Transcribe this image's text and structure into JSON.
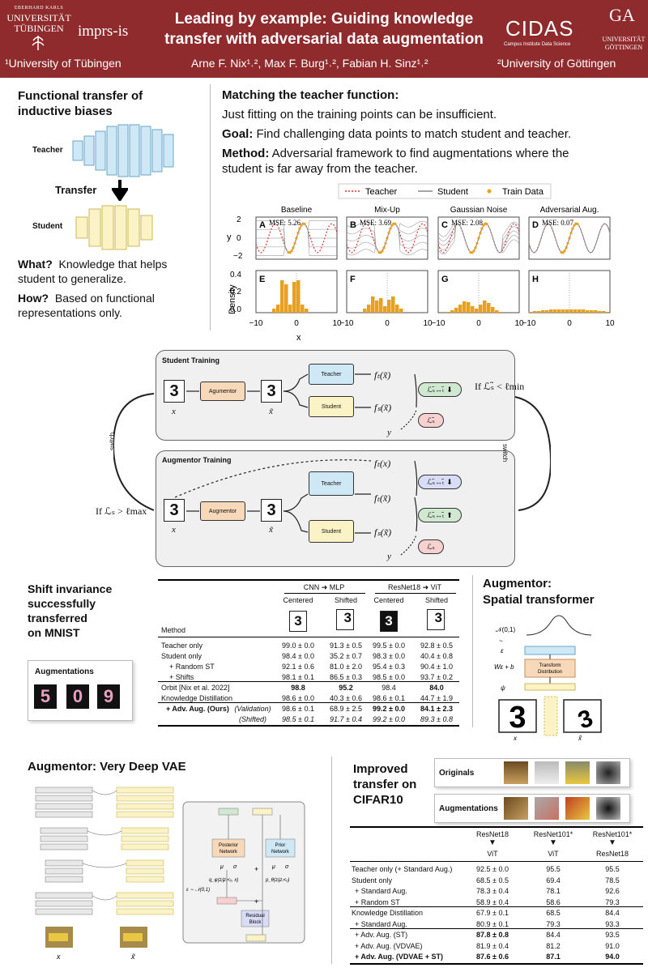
{
  "header": {
    "uni_left_line1": "EBERHARD KARLS",
    "uni_left_line2": "UNIVERSITÄT",
    "uni_left_line3": "TÜBINGEN",
    "imprs": "imprs-is",
    "title_line1": "Leading by example: Guiding knowledge",
    "title_line2": "transfer with adversarial data augmentation",
    "cidas": "CIDAS",
    "cidas_sub": "Campus Institute Data Science",
    "ga": "GA",
    "uni_right_line1": "UNIVERSITÄT",
    "uni_right_line2": "GÖTTINGEN",
    "affil_left": "¹University of Tübingen",
    "authors": "Arne F. Nix¹˒², Max F. Burg¹˒², Fabian H. Sinz¹˒²",
    "affil_right": "²University of Göttingen"
  },
  "functional": {
    "title_line1": "Functional transfer of",
    "title_line2": "inductive biases",
    "teacher": "Teacher",
    "transfer": "Transfer",
    "student": "Student",
    "what_label": "What?",
    "what_line1": "Knowledge that helps",
    "what_line2": "student to generalize.",
    "how_label": "How?",
    "how_line1": "Based on functional",
    "how_line2": "representations only."
  },
  "matching": {
    "title": "Matching the teacher function:",
    "line1": "Just fitting on the training points can be insufficient.",
    "goal_label": "Goal:",
    "goal_text": "Find challenging data points to match student and teacher.",
    "method_label": "Method:",
    "method_line1": "Adversarial framework to find augmentations where the",
    "method_line2": "student is far away from the teacher.",
    "legend": [
      "Teacher",
      "Student",
      "Train Data"
    ],
    "panels": [
      {
        "title": "Baseline",
        "letter": "A",
        "mse": "MSE: 5.26",
        "letter2": "E"
      },
      {
        "title": "Mix-Up",
        "letter": "B",
        "mse": "MSE: 3.69",
        "letter2": "F"
      },
      {
        "title": "Gaussian Noise",
        "letter": "C",
        "mse": "MSE: 2.08",
        "letter2": "G"
      },
      {
        "title": "Adversarial Aug.",
        "letter": "D",
        "mse": "MSE: 0.07",
        "letter2": "H"
      }
    ],
    "ylabel_top": "y",
    "ylabel_bottom": "Density",
    "xlabel": "x",
    "yticks_top": [
      "2",
      "0",
      "−2"
    ],
    "yticks_bottom": [
      "0.4",
      "0.2",
      "0.0"
    ],
    "xticks": [
      "−10",
      "0",
      "10"
    ]
  },
  "diagram": {
    "student_title": "Student Training",
    "augmentor_title": "Augmentor Training",
    "agumentor": "Agumentor",
    "augmentor": "Augmentor",
    "teacher": "Teacher",
    "student": "Student",
    "digit": "3",
    "x": "x",
    "xt": "x̃",
    "y": "y",
    "ft_xt": "fₜ(x̃)",
    "fs_xt": "fₛ(x̃)",
    "ft_x": "fₜ(x)",
    "cond_right": "If ℒₛ̃ < ℓmin",
    "cond_left": "If ℒₛ > ℓmax",
    "switch": "switch",
    "loss_st": "ℒₛ̃↔ₜ̃",
    "loss_s": "ℒₛ̃",
    "loss_sx": "ℒₛ̃↔ₜ̃",
    "loss_s2": "ℒₛ"
  },
  "mnist": {
    "title_line1": "Shift invariance",
    "title_line2": "successfully",
    "title_line3": "transferred",
    "title_line4": "on MNIST",
    "aug_label": "Augmentations",
    "aug_digits": [
      "5",
      "0",
      "9"
    ],
    "col_group1": "CNN ➜ MLP",
    "col_group2": "ResNet18 ➜ ViT",
    "col_heads": [
      "Centered",
      "Shifted",
      "Centered",
      "Shifted"
    ],
    "method": "Method",
    "rows": [
      {
        "name": "Teacher only",
        "v": [
          "99.0 ± 0.0",
          "91.3 ± 0.5",
          "99.5 ± 0.0",
          "92.8 ± 0.5"
        ]
      },
      {
        "name": "Student only",
        "v": [
          "98.4 ± 0.0",
          "35.2 ± 0.7",
          "98.3 ± 0.0",
          "40.4 ± 0.8"
        ]
      },
      {
        "name": "+ Random ST",
        "v": [
          "92.1 ± 0.6",
          "81.0 ± 2.0",
          "95.4 ± 0.3",
          "90.4 ± 1.0"
        ]
      },
      {
        "name": "+ Shifts",
        "v": [
          "98.1 ± 0.1",
          "86.5 ± 0.3",
          "98.5 ± 0.0",
          "93.7 ± 0.2"
        ]
      },
      {
        "name": "Orbit [Nix et al. 2022]",
        "v": [
          "98.8",
          "95.2",
          "98.4",
          "84.0"
        ]
      },
      {
        "name": "Knowledge Distillation",
        "v": [
          "98.6 ± 0.0",
          "40.3 ± 0.6",
          "98.6 ± 0.1",
          "44.7 ± 1.9"
        ]
      },
      {
        "name": "+ Adv. Aug. (Ours)",
        "sub": "(Validation)",
        "v": [
          "98.6 ± 0.1",
          "68.9 ± 2.5",
          "99.2 ± 0.0",
          "84.1 ± 2.3"
        ]
      },
      {
        "name": "",
        "sub": "(Shifted)",
        "v": [
          "98.5 ± 0.1",
          "91.7 ± 0.4",
          "99.2 ± 0.0",
          "89.3 ± 0.8"
        ]
      }
    ]
  },
  "spatial": {
    "title_line1": "Augmentor:",
    "title_line2": "Spatial transformer",
    "n01": "𝒩(0,1)",
    "tilde": "~",
    "eps": "ε",
    "weps": "Wε + b",
    "psi": "ψ",
    "transform_line1": "Transform",
    "transform_line2": "Distribution",
    "x": "x",
    "xt": "x̃",
    "d1": "3",
    "d2": "3"
  },
  "vae": {
    "title": "Augmentor: Very Deep VAE",
    "posterior_line1": "Posterior",
    "posterior_line2": "Network",
    "prior_line1": "Prior",
    "prior_line2": "Network",
    "mu": "μ",
    "sigma": "σ",
    "q": "q_φ(zᵢ|z₍<ᵢ₎, x)",
    "p": "p_θ(zᵢ|z₍<ᵢ₎)",
    "eps": "ε ∼ 𝒩(0,1)",
    "residual_line1": "Residual",
    "residual_line2": "Block",
    "x": "x",
    "xt": "x̃",
    "plus": "+"
  },
  "cifar": {
    "title_line1": "Improved",
    "title_line2": "transfer on",
    "title_line3": "CIFAR10",
    "originals": "Originals",
    "augmentations": "Augmentations",
    "col_heads": [
      {
        "top": "ResNet18",
        "bot": "ViT"
      },
      {
        "top": "ResNet101*",
        "bot": "ViT"
      },
      {
        "top": "ResNet101*",
        "bot": "ResNet18"
      }
    ],
    "rows": [
      {
        "name": "Teacher only (+ Standard Aug.)",
        "v": [
          "92.5 ± 0.0",
          "95.5",
          "95.5"
        ]
      },
      {
        "name": "Student only",
        "v": [
          "68.5 ± 0.5",
          "69.4",
          "78.5"
        ]
      },
      {
        "name": "+ Standard Aug.",
        "v": [
          "78.3 ± 0.4",
          "78.1",
          "92.6"
        ]
      },
      {
        "name": "+ Random ST",
        "v": [
          "58.9 ± 0.4",
          "58.6",
          "79.3"
        ]
      },
      {
        "name": "Knowledge Distillation",
        "v": [
          "67.9 ± 0.1",
          "68.5",
          "84.4"
        ]
      },
      {
        "name": "+ Standard Aug.",
        "v": [
          "80.9 ± 0.1",
          "79.3",
          "93.3"
        ]
      },
      {
        "name": "+ Adv. Aug. (ST)",
        "v": [
          "87.8 ± 0.8",
          "84.4",
          "93.5"
        ]
      },
      {
        "name": "+ Adv. Aug. (VDVAE)",
        "v": [
          "81.9 ± 0.4",
          "81.2",
          "91.0"
        ]
      },
      {
        "name": "+ Adv. Aug. (VDVAE + ST)",
        "v": [
          "87.6 ± 0.6",
          "87.1",
          "94.0"
        ]
      }
    ]
  }
}
